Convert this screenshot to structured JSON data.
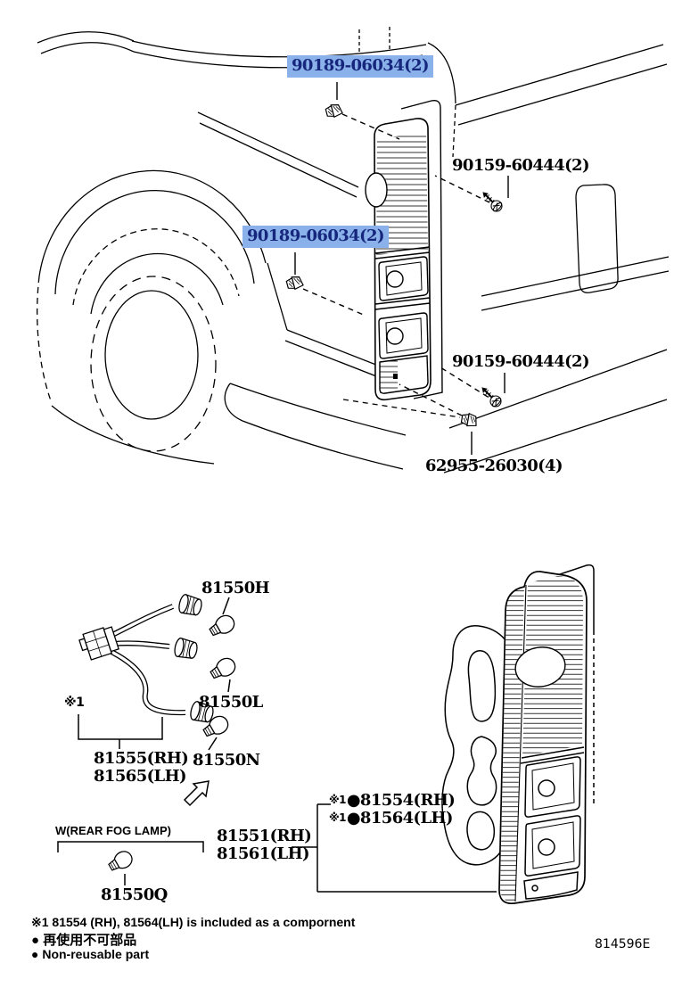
{
  "colors": {
    "highlight_bg": "#8ab1e9",
    "highlight_text": "#16267c",
    "ink": "#000000",
    "paper": "#ffffff"
  },
  "top_labels": {
    "clip_upper": "90189-06034(2)",
    "screw_upper": "90159-60444(2)",
    "clip_mid": "90189-06034(2)",
    "screw_lower": "90159-60444(2)",
    "bumper_clip": "62955-26030(4)"
  },
  "bulb_labels": {
    "high": "81550H",
    "low": "81550L",
    "rear": "81550N",
    "fog": "81550Q"
  },
  "harness": {
    "ref": "※1",
    "rh": "81555(RH)",
    "lh": "81565(LH)"
  },
  "fog_lamp": {
    "spec": "W(REAR FOG LAMP)"
  },
  "lamp_assy": {
    "rh": "81551(RH)",
    "lh": "81561(LH)"
  },
  "lens_body": {
    "ref": "※1",
    "rh": "●81554(RH)",
    "lh": "●81564(LH)"
  },
  "footnotes": {
    "note1": "※1 81554 (RH), 81564(LH) is included as a compornent",
    "note2": "● 再使用不可部品",
    "note3": "● Non-reusable part"
  },
  "figure_code": "814596E"
}
